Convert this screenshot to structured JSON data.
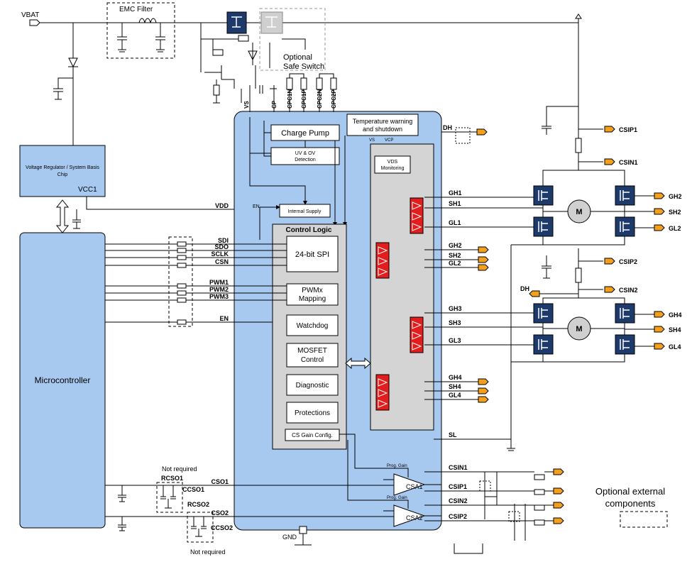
{
  "labels": {
    "vbat": "VBAT",
    "emc_filter": "EMC Filter",
    "optional_safe_switch": "Optional\nSafe Switch",
    "voltage_regulator": "Voltage Regulator / System Basis\nChip",
    "vcc1": "VCC1",
    "microcontroller": "Microcontroller",
    "not_required_top": "Not required",
    "not_required_bottom": "Not required",
    "rcso1": "RCSO1",
    "ccso1": "CCSO1",
    "rcso2": "RCSO2",
    "ccso2": "CCSO2",
    "gnd": "GND",
    "optional_external_components": "Optional external\ncomponents",
    "motor": "M"
  },
  "chip_pins_top": [
    "VS",
    "CP",
    "CPC1N",
    "CPC1P",
    "CPC2N",
    "CPC2P"
  ],
  "blocks": {
    "charge_pump": "Charge Pump",
    "uv_ov": "UV & OV\nDetection",
    "temp_warning": "Temperature warning\nand shutdown",
    "internal_supply": "Internal Supply",
    "en_small": "EN",
    "control_logic": "Control Logic",
    "spi": "24-bit SPI",
    "pwm_mapping": "PWMx\nMapping",
    "watchdog": "Watchdog",
    "mosfet_control": "MOSFET\nControl",
    "diagnostic": "Diagnostic",
    "protections": "Protections",
    "cs_gain": "CS Gain Config.",
    "vds_monitoring": "VDS\nMonitoring",
    "vs_small": "VS",
    "vcp_small": "VCP",
    "csa1": "CSA1",
    "csa2": "CSA2",
    "prog_gain_1": "Prog. Gain",
    "prog_gain_2": "Prog. Gain"
  },
  "left_signals": [
    "VDD",
    "SDI",
    "SDO",
    "SCLK",
    "CSN",
    "PWM1",
    "PWM2",
    "PWM3",
    "EN",
    "CSO1",
    "CSO2"
  ],
  "right_pins": [
    "DH",
    "GH1",
    "SH1",
    "GL1",
    "GH2",
    "SH2",
    "GL2",
    "GH3",
    "SH3",
    "GL3",
    "GH4",
    "SH4",
    "GL4",
    "SL",
    "CSIN1",
    "CSIP1",
    "CSIN2",
    "CSIP2"
  ],
  "external_pins": [
    "CSIP1",
    "CSIN1",
    "GH2",
    "SH2",
    "GL2",
    "CSIP2",
    "DH",
    "CSIN2",
    "GH4",
    "SH4",
    "GL4"
  ]
}
